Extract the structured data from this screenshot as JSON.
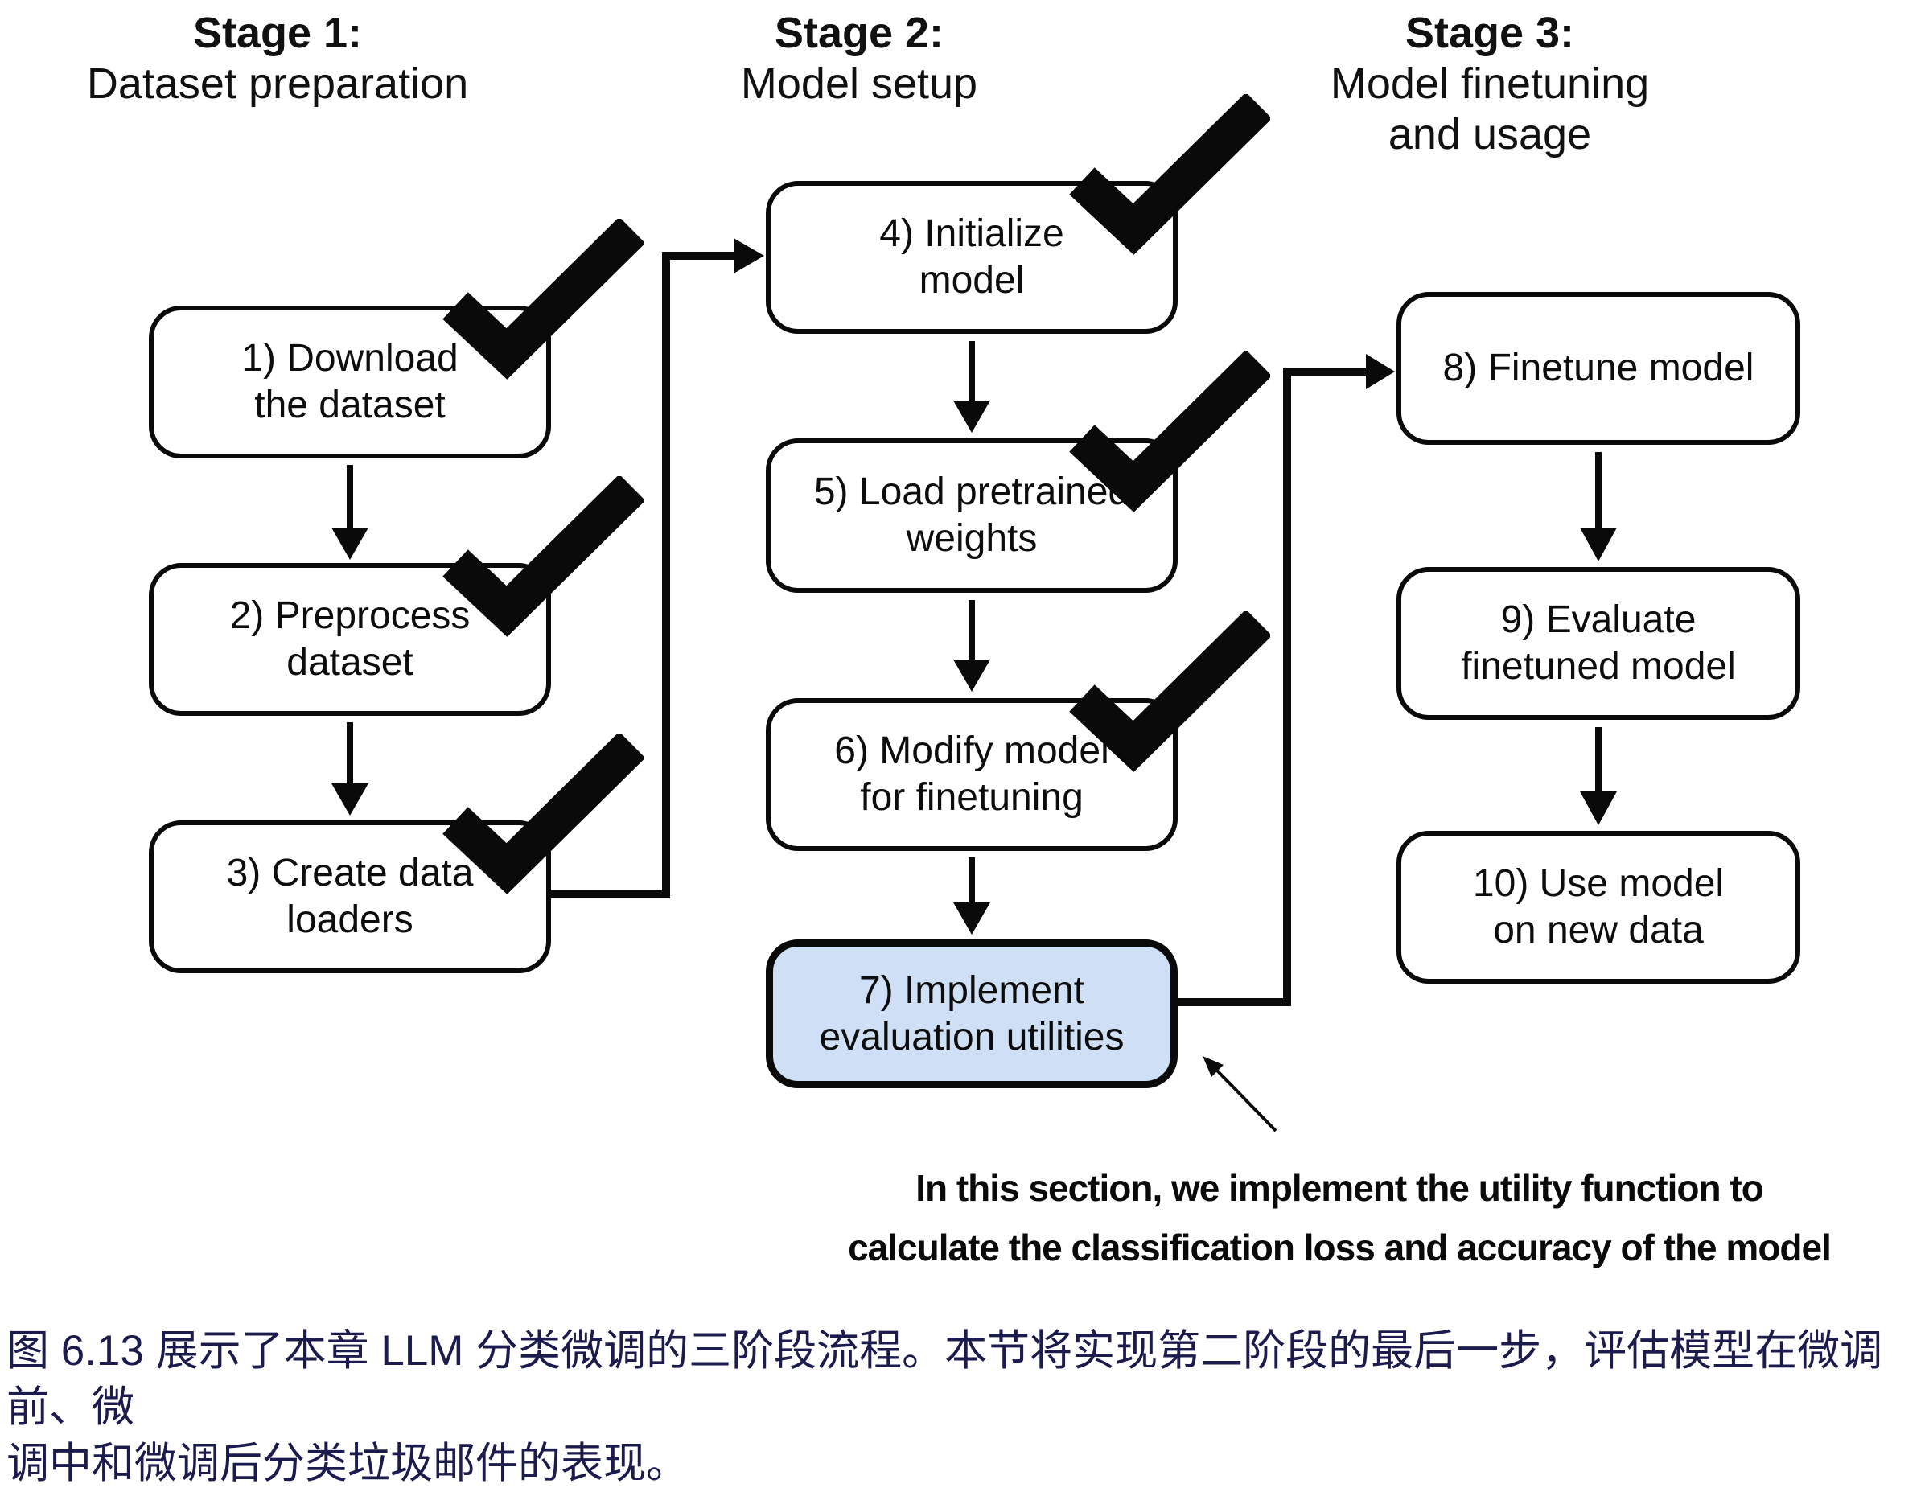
{
  "stages": [
    {
      "title": "Stage 1:",
      "subtitle1": "Dataset preparation"
    },
    {
      "title": "Stage 2:",
      "subtitle1": "Model setup"
    },
    {
      "title": "Stage 3:",
      "subtitle1": "Model finetuning",
      "subtitle2": "and usage"
    }
  ],
  "boxes": [
    {
      "label": "1) Download the dataset",
      "lines": [
        "1) Download",
        "the dataset"
      ],
      "checked": true,
      "highlighted": false
    },
    {
      "label": "2) Preprocess dataset",
      "lines": [
        "2) Preprocess",
        "dataset"
      ],
      "checked": true,
      "highlighted": false
    },
    {
      "label": "3) Create data loaders",
      "lines": [
        "3) Create data",
        "loaders"
      ],
      "checked": true,
      "highlighted": false
    },
    {
      "label": "4) Initialize model",
      "lines": [
        "4) Initialize",
        "model"
      ],
      "checked": true,
      "highlighted": false
    },
    {
      "label": "5) Load pretrained weights",
      "lines": [
        "5) Load pretrained",
        "weights"
      ],
      "checked": true,
      "highlighted": false
    },
    {
      "label": "6) Modify model for finetuning",
      "lines": [
        "6) Modify model",
        "for finetuning"
      ],
      "checked": true,
      "highlighted": false
    },
    {
      "label": "7) Implement evaluation utilities",
      "lines": [
        "7) Implement",
        "evaluation utilities"
      ],
      "checked": false,
      "highlighted": true
    },
    {
      "label": "8) Finetune model",
      "lines": [
        "8) Finetune model"
      ],
      "checked": false,
      "highlighted": false
    },
    {
      "label": "9) Evaluate finetuned model",
      "lines": [
        "9) Evaluate",
        "finetuned model"
      ],
      "checked": false,
      "highlighted": false
    },
    {
      "label": "10) Use model on new data",
      "lines": [
        "10) Use model",
        "on new data"
      ],
      "checked": false,
      "highlighted": false
    }
  ],
  "annotation": {
    "line1": "In this section, we implement the utility function to",
    "line2": "calculate the classification loss and accuracy of the model"
  },
  "caption": {
    "line1": "图 6.13 展示了本章 LLM 分类微调的三阶段流程。本节将实现第二阶段的最后一步，评估模型在微调前、微",
    "line2": "调中和微调后分类垃圾邮件的表现。"
  },
  "icons": {
    "checkmark": "✓"
  },
  "colors": {
    "line": "#0a0a0a",
    "box_border": "#0a0a0a",
    "highlight_fill": "#cfdff5",
    "text": "#111111",
    "caption_text": "#1b1b4d",
    "background": "#ffffff"
  }
}
